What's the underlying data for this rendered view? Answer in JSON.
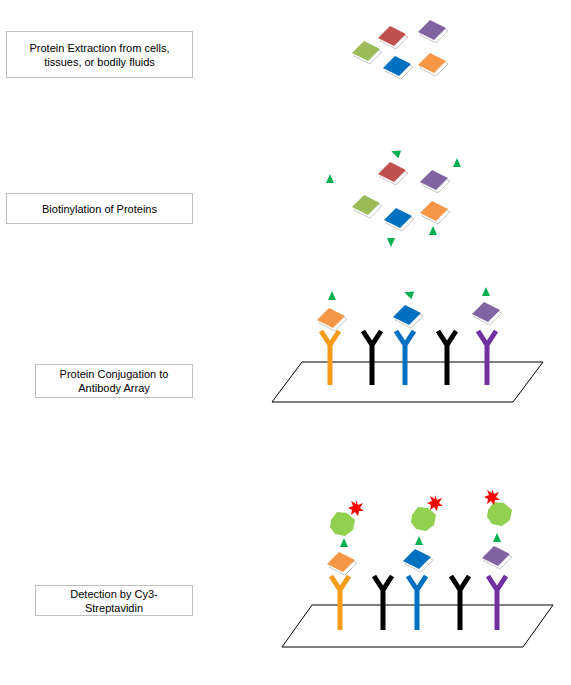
{
  "diagram": {
    "nodes": [
      {
        "text": [
          "Protein Extraction from cells, tissues, or bodily fluids"
        ]
      },
      {
        "text": [
          "Biotinylation of Proteins"
        ]
      },
      {
        "text": [
          "Protein Conjugation to Antibody Array"
        ]
      },
      {
        "text": [
          "Detection by Cy3-Streptavidin"
        ]
      }
    ]
  }
}
